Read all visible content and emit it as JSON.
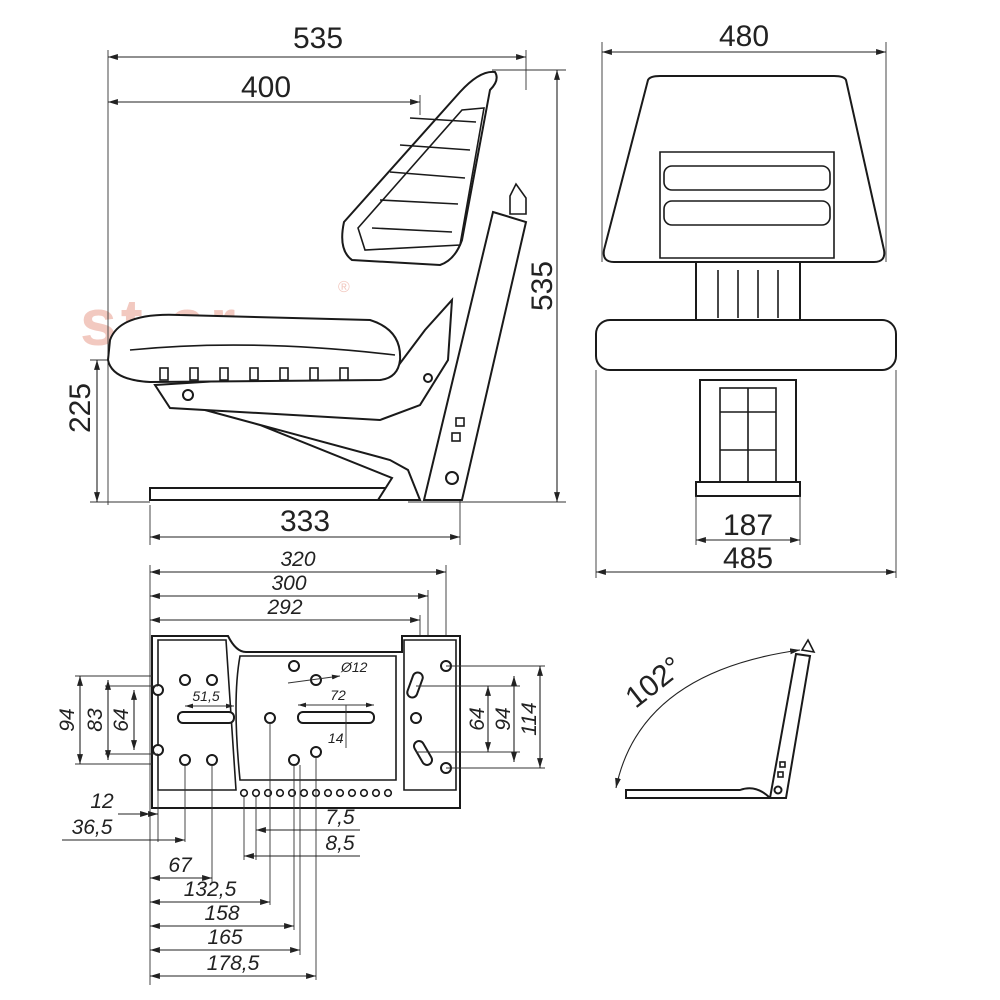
{
  "watermark": {
    "text": "st ar",
    "registered_mark": "®",
    "color": "#f2c9c0"
  },
  "side_view": {
    "overall_width": "535",
    "backrest_depth": "400",
    "overall_height": "535",
    "seat_height": "225",
    "base_length": "333"
  },
  "front_view": {
    "backrest_width": "480",
    "base_width": "187",
    "seat_width": "485"
  },
  "base_plate": {
    "width_320": "320",
    "width_300": "300",
    "width_292": "292",
    "hole_dia": "Ø12",
    "slot_len": "72",
    "slot_w": "14",
    "slot_pitch": "51,5",
    "left_94": "94",
    "left_83": "83",
    "left_64": "64",
    "right_64": "64",
    "right_94": "94",
    "right_114": "114",
    "b_12": "12",
    "b_36_5": "36,5",
    "b_7_5": "7,5",
    "b_8_5": "8,5",
    "b_67": "67",
    "b_132_5": "132,5",
    "b_158": "158",
    "b_165": "165",
    "b_178_5": "178,5"
  },
  "tilt_view": {
    "angle": "102°"
  }
}
